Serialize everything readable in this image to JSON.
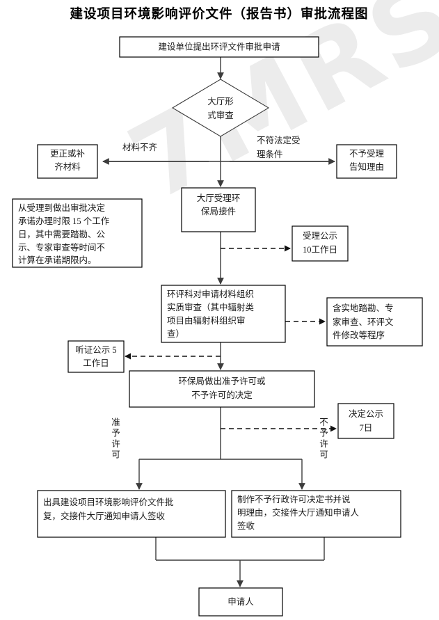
{
  "title": "建设项目环境影响评价文件（报告书）审批流程图",
  "nodes": {
    "apply": {
      "label_lines": [
        "建设单位提出环评文件审批申请"
      ]
    },
    "review": {
      "label_lines": [
        "大厅形",
        "式审查"
      ]
    },
    "fix_material": {
      "label_lines": [
        "更正或补",
        "齐材料"
      ]
    },
    "reject_accept": {
      "label_lines": [
        "不予受理",
        "告知理由"
      ]
    },
    "hall_accept": {
      "label_lines": [
        "大厅受理环",
        "保局接件"
      ]
    },
    "note_term": {
      "label_lines": [
        "从受理到做出审批决定",
        "承诺办理时限 15 个工作",
        "日，其中需要踏勘、公",
        "示、专家审查等时间不",
        "计算在承诺期限内。"
      ]
    },
    "accept_publicity": {
      "label_lines": [
        "受理公示",
        "10工作日"
      ]
    },
    "substantive_review": {
      "label_lines": [
        "环评科对申请材料组织",
        "实质审查（其中辐射类",
        "项目由辐射科组织审",
        "查）"
      ]
    },
    "review_note": {
      "label_lines": [
        "含实地踏勘、专",
        "家审查、环评文",
        "件修改等程序"
      ]
    },
    "hearing_publicity": {
      "label_lines": [
        "听证公示 5",
        "工作日"
      ]
    },
    "decision": {
      "label_lines": [
        "环保局做出准予许可或",
        "不予许可的决定"
      ]
    },
    "decision_publicity": {
      "label_lines": [
        "决定公示",
        "7日"
      ]
    },
    "approve_doc": {
      "label_lines": [
        "出具建设项目环境影响评价文件批",
        "复，交接件大厅通知申请人签收"
      ]
    },
    "reject_doc": {
      "label_lines": [
        "制作不予行政许可决定书并说",
        "明理由，交接件大厅通知申请人",
        "签收"
      ]
    },
    "applicant": {
      "label_lines": [
        "申请人"
      ]
    }
  },
  "edge_labels": {
    "material_incomplete": "材料不齐",
    "not_legal_line1": "不符法定受",
    "not_legal_line2": "理条件",
    "approve_permit": "准予许可",
    "deny_permit": "不予许可"
  },
  "watermark": "7MRS",
  "colors": {
    "box_stroke": "#000000",
    "diamond_stroke": "#3c3c3c",
    "connector": "#3c3c3c",
    "text": "#1a1a1a",
    "background": "#ffffff",
    "watermark": "#e9e9e9"
  }
}
